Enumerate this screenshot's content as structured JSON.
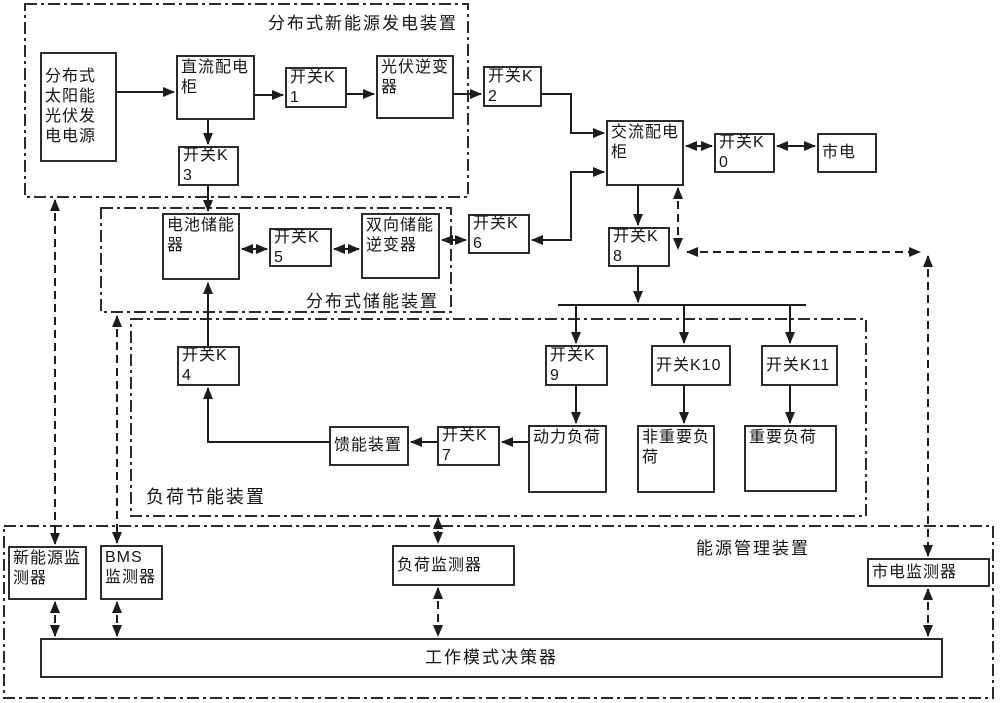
{
  "figure": {
    "background": "#ffffff",
    "line_color": "#1c1c1c"
  },
  "containers": {
    "generation": {
      "label": "分布式新能源发电装置"
    },
    "storage": {
      "label": "分布式储能装置"
    },
    "load_saving": {
      "label": "负荷节能装置"
    },
    "energy_mgmt": {
      "label": "能源管理装置"
    }
  },
  "blocks": {
    "pv_source": {
      "label": "分布式太阳能光伏发电电源"
    },
    "dc_cabinet": {
      "label": "直流配电柜"
    },
    "switch_k1": {
      "label": "开关K1"
    },
    "pv_inverter": {
      "label": "光伏逆变器"
    },
    "switch_k3": {
      "label": "开关K3"
    },
    "switch_k2": {
      "label": "开关K2"
    },
    "ac_cabinet": {
      "label": "交流配电柜"
    },
    "switch_k0": {
      "label": "开关K0"
    },
    "mains": {
      "label": "市电"
    },
    "battery": {
      "label": "电池储能器"
    },
    "switch_k5": {
      "label": "开关K5"
    },
    "bidir_inverter": {
      "label": "双向储能逆变器"
    },
    "switch_k6": {
      "label": "开关K6"
    },
    "switch_k8": {
      "label": "开关K8"
    },
    "switch_k4": {
      "label": "开关K4"
    },
    "feedback": {
      "label": "馈能装置"
    },
    "switch_k7": {
      "label": "开关K7"
    },
    "power_load": {
      "label": "动力负荷"
    },
    "switch_k9": {
      "label": "开关K9"
    },
    "switch_k10": {
      "label": "开关K10"
    },
    "switch_k11": {
      "label": "开关K11"
    },
    "noncritical_load": {
      "label": "非重要负荷"
    },
    "critical_load": {
      "label": "重要负荷"
    },
    "newenergy_monitor": {
      "label": "新能源监测器"
    },
    "bms_monitor": {
      "label": "BMS监测器"
    },
    "load_monitor": {
      "label": "负荷监测器"
    },
    "mains_monitor": {
      "label": "市电监测器"
    },
    "mode_decider": {
      "label": "工作模式决策器"
    }
  }
}
